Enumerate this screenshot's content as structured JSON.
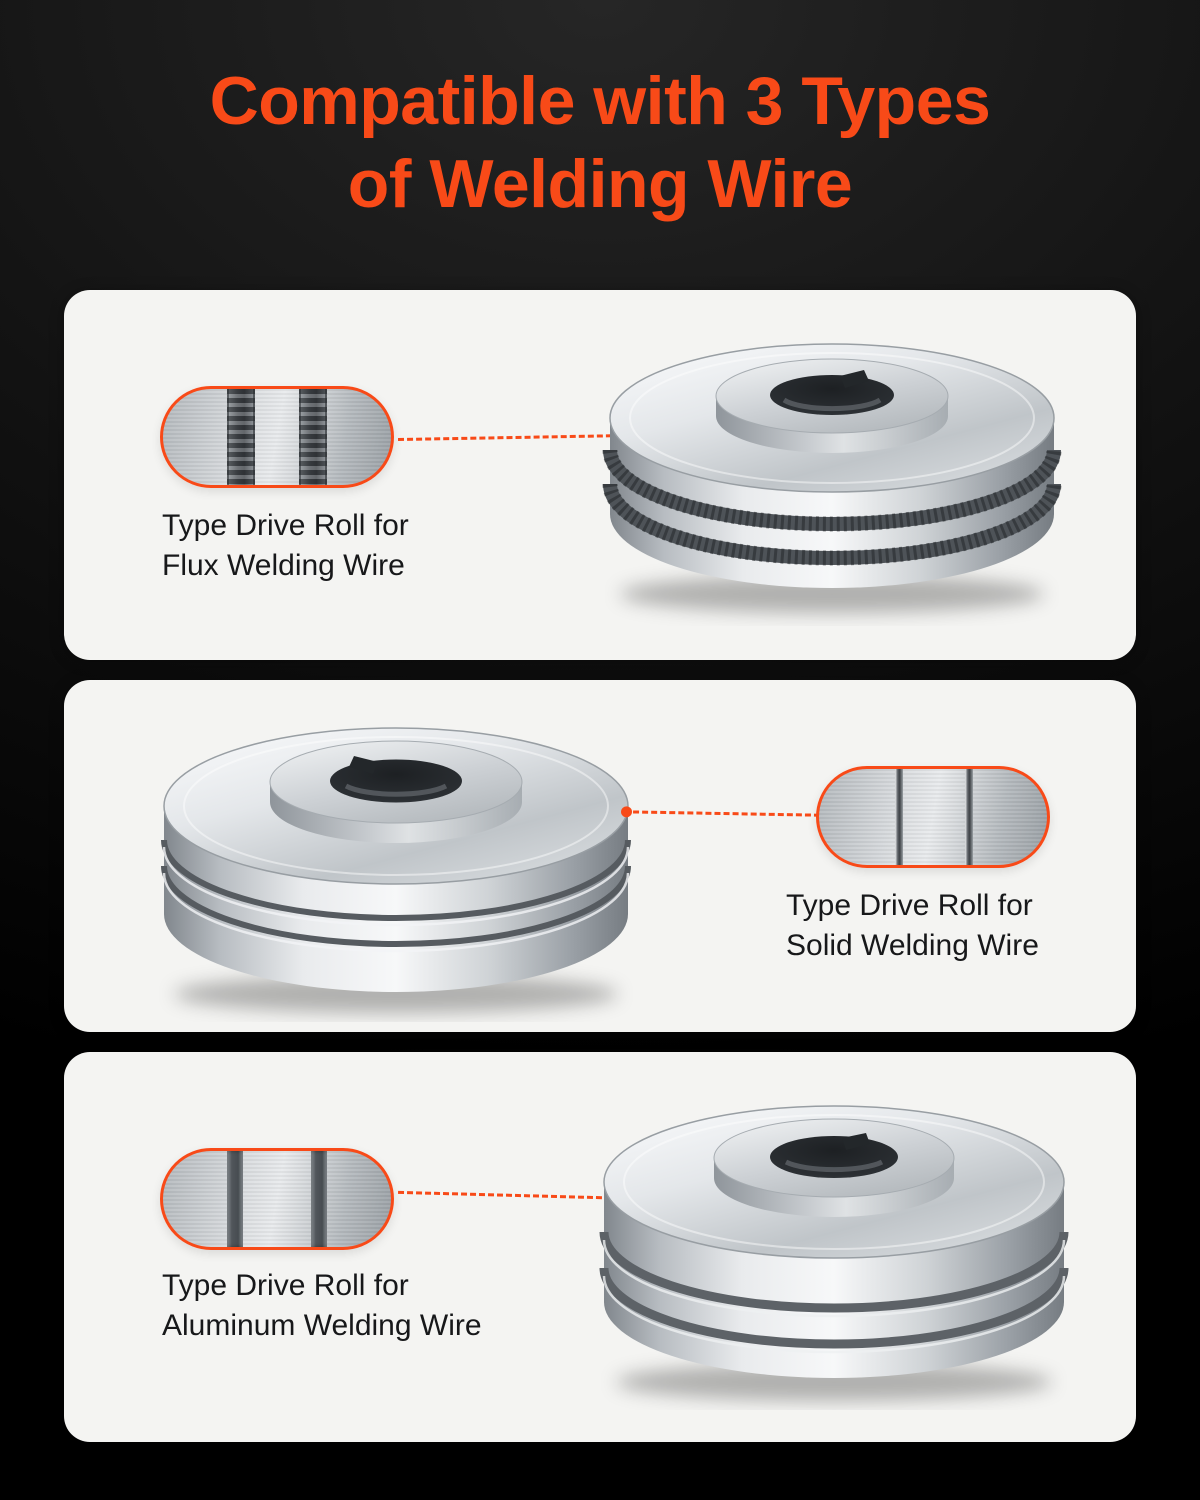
{
  "title": {
    "line1": "Compatible with 3 Types",
    "line2": "of Welding Wire"
  },
  "colors": {
    "accent": "#F84A18",
    "card": "#f4f4f2",
    "label_text": "#17181a",
    "background": "#0c0c0c"
  },
  "cards": [
    {
      "id": "flux",
      "roll_type": "knurled-double-groove-roll",
      "label_line1": "Type Drive Roll for",
      "label_line2": "Flux Welding Wire"
    },
    {
      "id": "solid",
      "roll_type": "smooth-v-groove-roll",
      "label_line1": "Type Drive Roll for",
      "label_line2": "Solid Welding Wire"
    },
    {
      "id": "aluminum",
      "roll_type": "u-groove-roll",
      "label_line1": "Type Drive Roll for",
      "label_line2": "Aluminum Welding Wire"
    }
  ]
}
